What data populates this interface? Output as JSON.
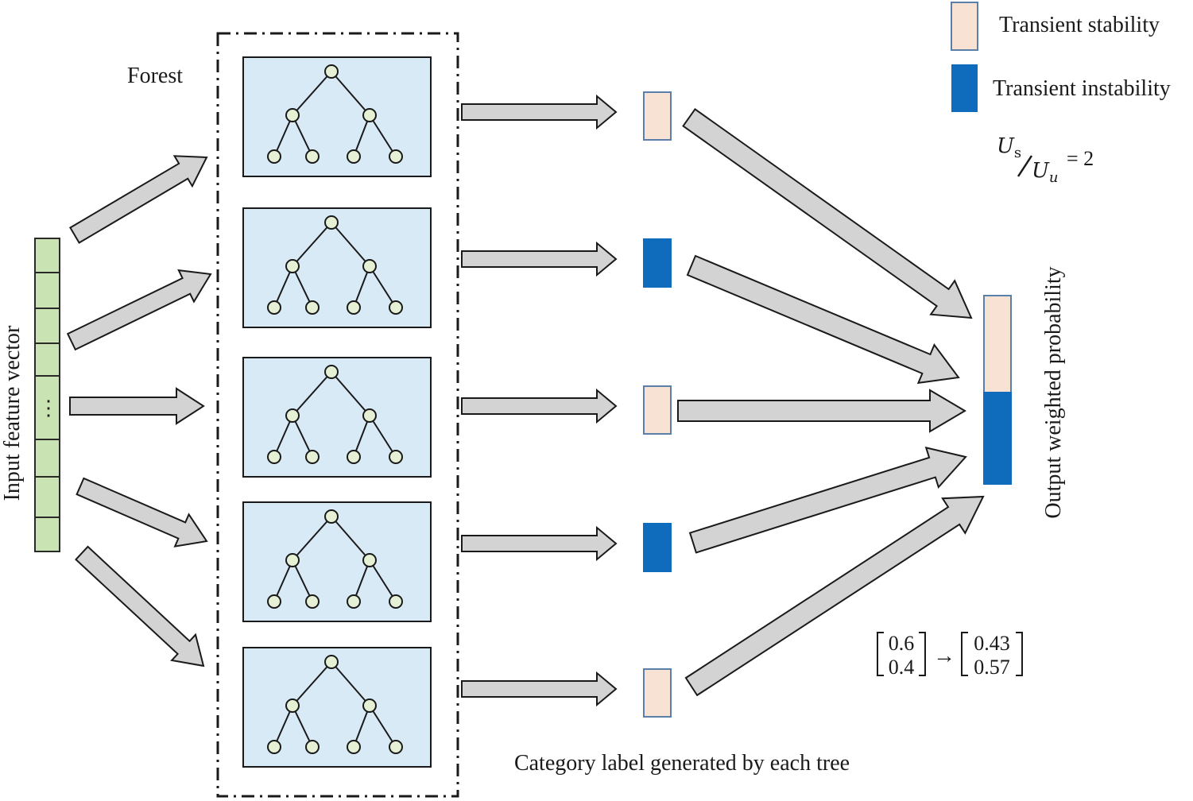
{
  "texts": {
    "forest_label": "Forest",
    "input_label": "Input feature vector",
    "output_label": "Output weighted probability",
    "bottom_label": "Category label generated by each tree",
    "legend_stable": "Transient stability",
    "legend_unstable": "Transient instability",
    "ellipsis": "⋮",
    "ratio_num": "U",
    "ratio_num_sub": "s",
    "ratio_den": "U",
    "ratio_den_sub": "u",
    "ratio_value": "= 2",
    "vec_in_top": "0.6",
    "vec_in_bottom": "0.4",
    "vec_arrow": "→",
    "vec_out_top": "0.43",
    "vec_out_bottom": "0.57"
  },
  "colors": {
    "stable": "#f8e2d4",
    "unstable": "#0f6cbd",
    "tree_panel": "#d9eaf7",
    "feature_cell": "#c9e3b2",
    "arrow_fill": "#d3d3d3",
    "node_fill": "#e6f0d4"
  },
  "tree_labels": [
    "stable",
    "unstable",
    "stable",
    "unstable",
    "stable"
  ],
  "output_probability": {
    "stable": 0.43,
    "unstable": 0.57
  }
}
